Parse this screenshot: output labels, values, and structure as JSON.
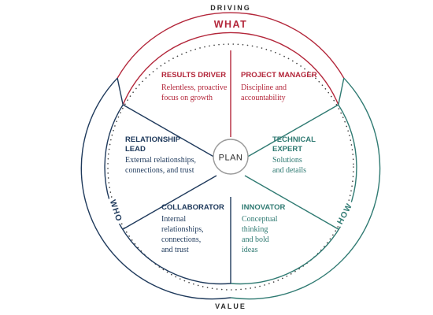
{
  "top_label": "DRIVING",
  "bottom_label": "VALUE",
  "arcs": {
    "what": "WHAT",
    "who": "WHO",
    "how": "HOW"
  },
  "center": "PLAN",
  "roles": {
    "results_driver": {
      "title": "RESULTS DRIVER",
      "desc": [
        "Relentless, proactive",
        "focus on growth"
      ]
    },
    "project_manager": {
      "title": "PROJECT MANAGER",
      "desc": [
        "Discipline and",
        "accountability"
      ]
    },
    "technical_expert": {
      "title": [
        "TECHNICAL",
        "EXPERT"
      ],
      "desc": [
        "Solutions",
        "and details"
      ]
    },
    "innovator": {
      "title": "INNOVATOR",
      "desc": [
        "Conceptual",
        "thinking",
        "and bold",
        "ideas"
      ]
    },
    "collaborator": {
      "title": "COLLABORATOR",
      "desc": [
        "Internal",
        "relationships,",
        "connections,",
        "and trust"
      ]
    },
    "relationship_lead": {
      "title": [
        "RELATIONSHIP",
        "LEAD"
      ],
      "desc": [
        "External relationships,",
        "connections, and trust"
      ]
    }
  },
  "colors": {
    "what": "#b3263a",
    "how": "#2f7a72",
    "who": "#1f3a5c",
    "text_dark": "#2b2b2b"
  }
}
